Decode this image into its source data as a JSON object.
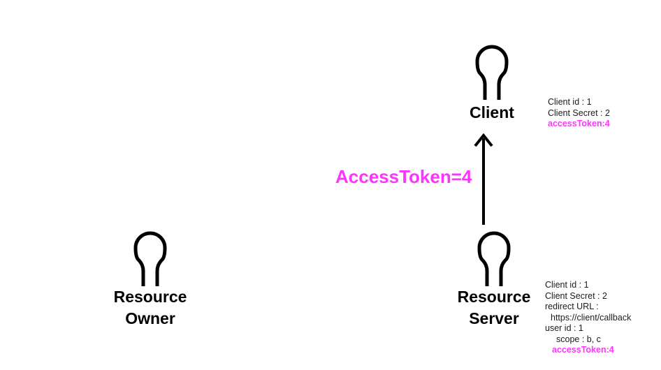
{
  "actors": {
    "client": {
      "label": "Client"
    },
    "resource_owner": {
      "label_line1": "Resource",
      "label_line2": "Owner"
    },
    "resource_server": {
      "label_line1": "Resource",
      "label_line2": "Server"
    }
  },
  "client_info": {
    "client_id": "Client id : 1",
    "client_secret": "Client Secret : 2",
    "access_token": "accessToken:4"
  },
  "server_info": {
    "client_id": "Client id : 1",
    "client_secret": "Client Secret : 2",
    "redirect_url_label": "redirect URL :",
    "redirect_url": "https://client/callback",
    "user_id": "user id : 1",
    "scope": "scope : b, c",
    "access_token": "accessToken:4"
  },
  "flow": {
    "label": "AccessToken=4",
    "from": "Resource Server",
    "to": "Client"
  },
  "colors": {
    "highlight": "#ff33ff",
    "icon": "#000000",
    "text": "#1a1a1a"
  },
  "icon_names": [
    "person-icon"
  ]
}
